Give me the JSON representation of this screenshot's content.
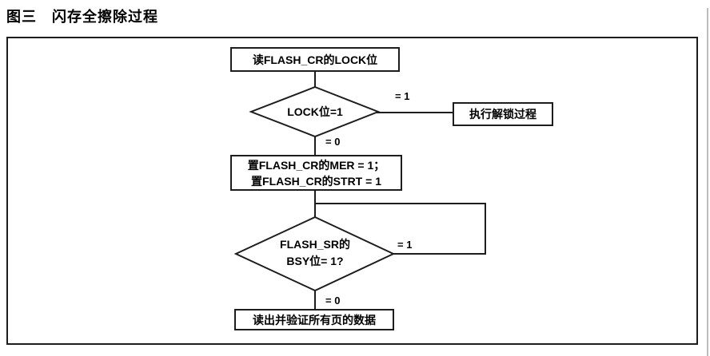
{
  "page": {
    "figure_label": "图三",
    "figure_title": "闪存全擦除过程"
  },
  "flowchart": {
    "read_lock_box": "读FLASH_CR的LOCK位",
    "lock_decision": "LOCK位=1",
    "branch_eq1_top": "= 1",
    "unlock_box": "执行解锁过程",
    "branch_eq0_top": "= 0",
    "set_box_line1": "置FLASH_CR的MER = 1；",
    "set_box_line2": "置FLASH_CR的STRT = 1",
    "bsy_decision_line1": "FLASH_SR的",
    "bsy_decision_line2": "BSY位= 1?",
    "branch_eq1_loop": "= 1",
    "branch_eq0_bottom": "= 0",
    "verify_box": "读出并验证所有页的数据"
  },
  "colors": {
    "line": "#1d1d1d",
    "text": "#000000",
    "background": "#ffffff",
    "artifact": "#bdbdbd"
  }
}
